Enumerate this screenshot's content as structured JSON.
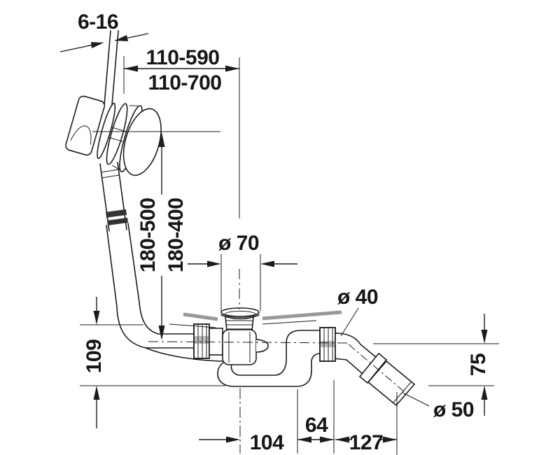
{
  "diagram": {
    "type": "technical-dimension-drawing",
    "subject": "bathtub waste and overflow set with cable-operated plug, trap and 45-degree outlet",
    "labels": {
      "panel_thickness_range": "6-16",
      "cable_length_range_short": "110-590",
      "cable_length_range_long": "110-700",
      "overflow_height_range_a": "180-500",
      "overflow_height_range_b": "180-400",
      "drain_flange_diameter": "ø 70",
      "elbow_pipe_diameter": "ø 40",
      "trap_height": "109",
      "outlet_height": "75",
      "outlet_diameter": "ø 50",
      "dist_trap_to_drain_center": "104",
      "dist_riser_to_coupling": "64",
      "dist_coupling_to_outlet": "127"
    },
    "colors": {
      "line": "#1c1c1c",
      "tub_floor_gray": "#999999",
      "coupling_shade": "#bbbbbb",
      "background": "#ffffff"
    }
  }
}
